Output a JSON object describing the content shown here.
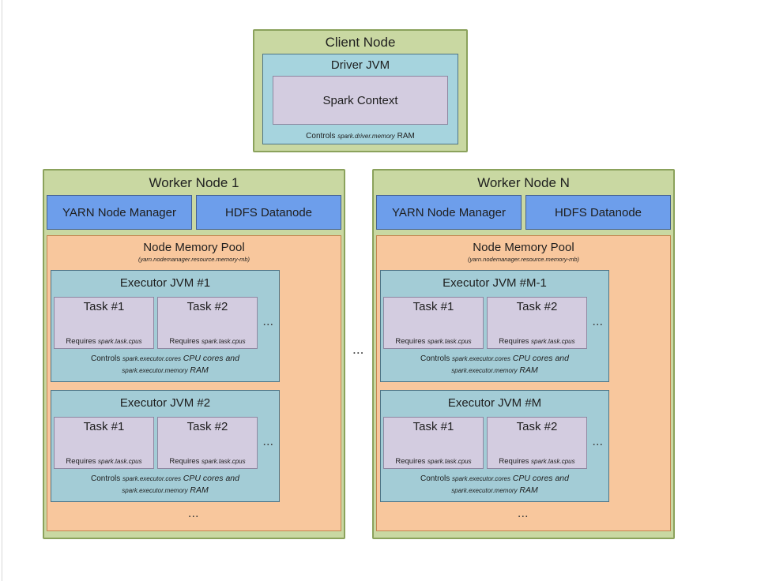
{
  "ellipsis": "...",
  "colors": {
    "node_green_fill": "#c9d8a2",
    "node_green_border": "#8ba25c",
    "service_blue_fill": "#6d9eeb",
    "service_blue_border": "#45608f",
    "jvm_cyan_fill": "#a3ccd6",
    "jvm_cyan_border": "#4e7486",
    "memory_orange_fill": "#f8c79d",
    "memory_orange_border": "#c4834f",
    "task_purple_fill": "#d3cce0",
    "task_purple_border": "#8e87a1"
  },
  "client_node": {
    "title": "Client Node",
    "driver_jvm": {
      "title": "Driver JVM",
      "spark_context": "Spark Context",
      "controls": {
        "prefix": "Controls",
        "param": "spark.driver.memory",
        "suffix": "RAM"
      }
    }
  },
  "workers": [
    {
      "title": "Worker Node 1",
      "services": [
        "YARN Node Manager",
        "HDFS Datanode"
      ],
      "memory_pool": {
        "title": "Node Memory Pool",
        "subtitle": "(yarn.nodemanager.resource.memory-mb)",
        "executors": [
          {
            "title": "Executor JVM #1",
            "tasks": [
              {
                "title": "Task #1",
                "requires": {
                  "prefix": "Requires",
                  "param": "spark.task.cpus"
                }
              },
              {
                "title": "Task #2",
                "requires": {
                  "prefix": "Requires",
                  "param": "spark.task.cpus"
                }
              }
            ],
            "controls": {
              "prefix": "Controls",
              "param1": "spark.executor.cores",
              "mid": "CPU cores and",
              "param2": "spark.executor.memory",
              "suffix": "RAM"
            }
          },
          {
            "title": "Executor JVM #2",
            "tasks": [
              {
                "title": "Task #1",
                "requires": {
                  "prefix": "Requires",
                  "param": "spark.task.cpus"
                }
              },
              {
                "title": "Task #2",
                "requires": {
                  "prefix": "Requires",
                  "param": "spark.task.cpus"
                }
              }
            ],
            "controls": {
              "prefix": "Controls",
              "param1": "spark.executor.cores",
              "mid": "CPU cores and",
              "param2": "spark.executor.memory",
              "suffix": "RAM"
            }
          }
        ]
      }
    },
    {
      "title": "Worker Node N",
      "services": [
        "YARN Node Manager",
        "HDFS Datanode"
      ],
      "memory_pool": {
        "title": "Node Memory Pool",
        "subtitle": "(yarn.nodemanager.resource.memory-mb)",
        "executors": [
          {
            "title": "Executor JVM #M-1",
            "tasks": [
              {
                "title": "Task #1",
                "requires": {
                  "prefix": "Requires",
                  "param": "spark.task.cpus"
                }
              },
              {
                "title": "Task #2",
                "requires": {
                  "prefix": "Requires",
                  "param": "spark.task.cpus"
                }
              }
            ],
            "controls": {
              "prefix": "Controls",
              "param1": "spark.executor.cores",
              "mid": "CPU cores and",
              "param2": "spark.executor.memory",
              "suffix": "RAM"
            }
          },
          {
            "title": "Executor JVM #M",
            "tasks": [
              {
                "title": "Task #1",
                "requires": {
                  "prefix": "Requires",
                  "param": "spark.task.cpus"
                }
              },
              {
                "title": "Task #2",
                "requires": {
                  "prefix": "Requires",
                  "param": "spark.task.cpus"
                }
              }
            ],
            "controls": {
              "prefix": "Controls",
              "param1": "spark.executor.cores",
              "mid": "CPU cores and",
              "param2": "spark.executor.memory",
              "suffix": "RAM"
            }
          }
        ]
      }
    }
  ]
}
